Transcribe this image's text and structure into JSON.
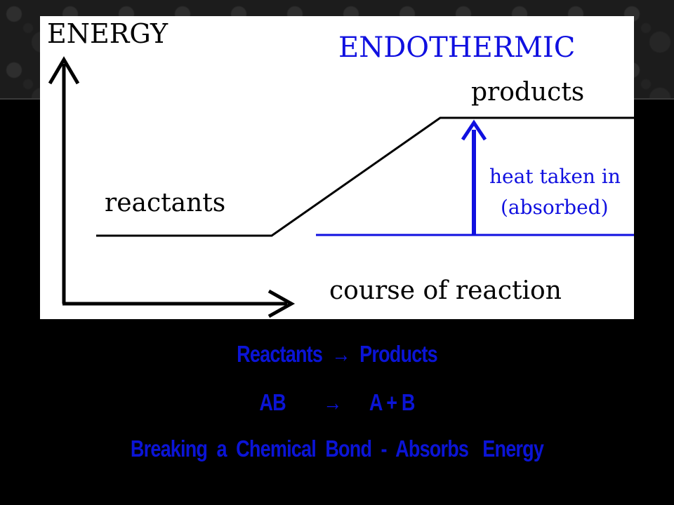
{
  "diagram": {
    "y_axis_label": "ENERGY",
    "title": "ENDOTHERMIC",
    "products_label": "products",
    "reactants_label": "reactants",
    "heat_label_line1": "heat taken in",
    "heat_label_line2": "(absorbed)",
    "x_axis_label": "course of reaction",
    "colors": {
      "line": "#000000",
      "accent": "#1010e0"
    }
  },
  "captions": {
    "line1": "Reactants  →  Products",
    "line2": "AB        →      A + B",
    "line3": "Breaking  a  Chemical  Bond  -  Absorbs   Energy"
  },
  "colors": {
    "background": "#000000",
    "caption": "#0b14d6"
  }
}
